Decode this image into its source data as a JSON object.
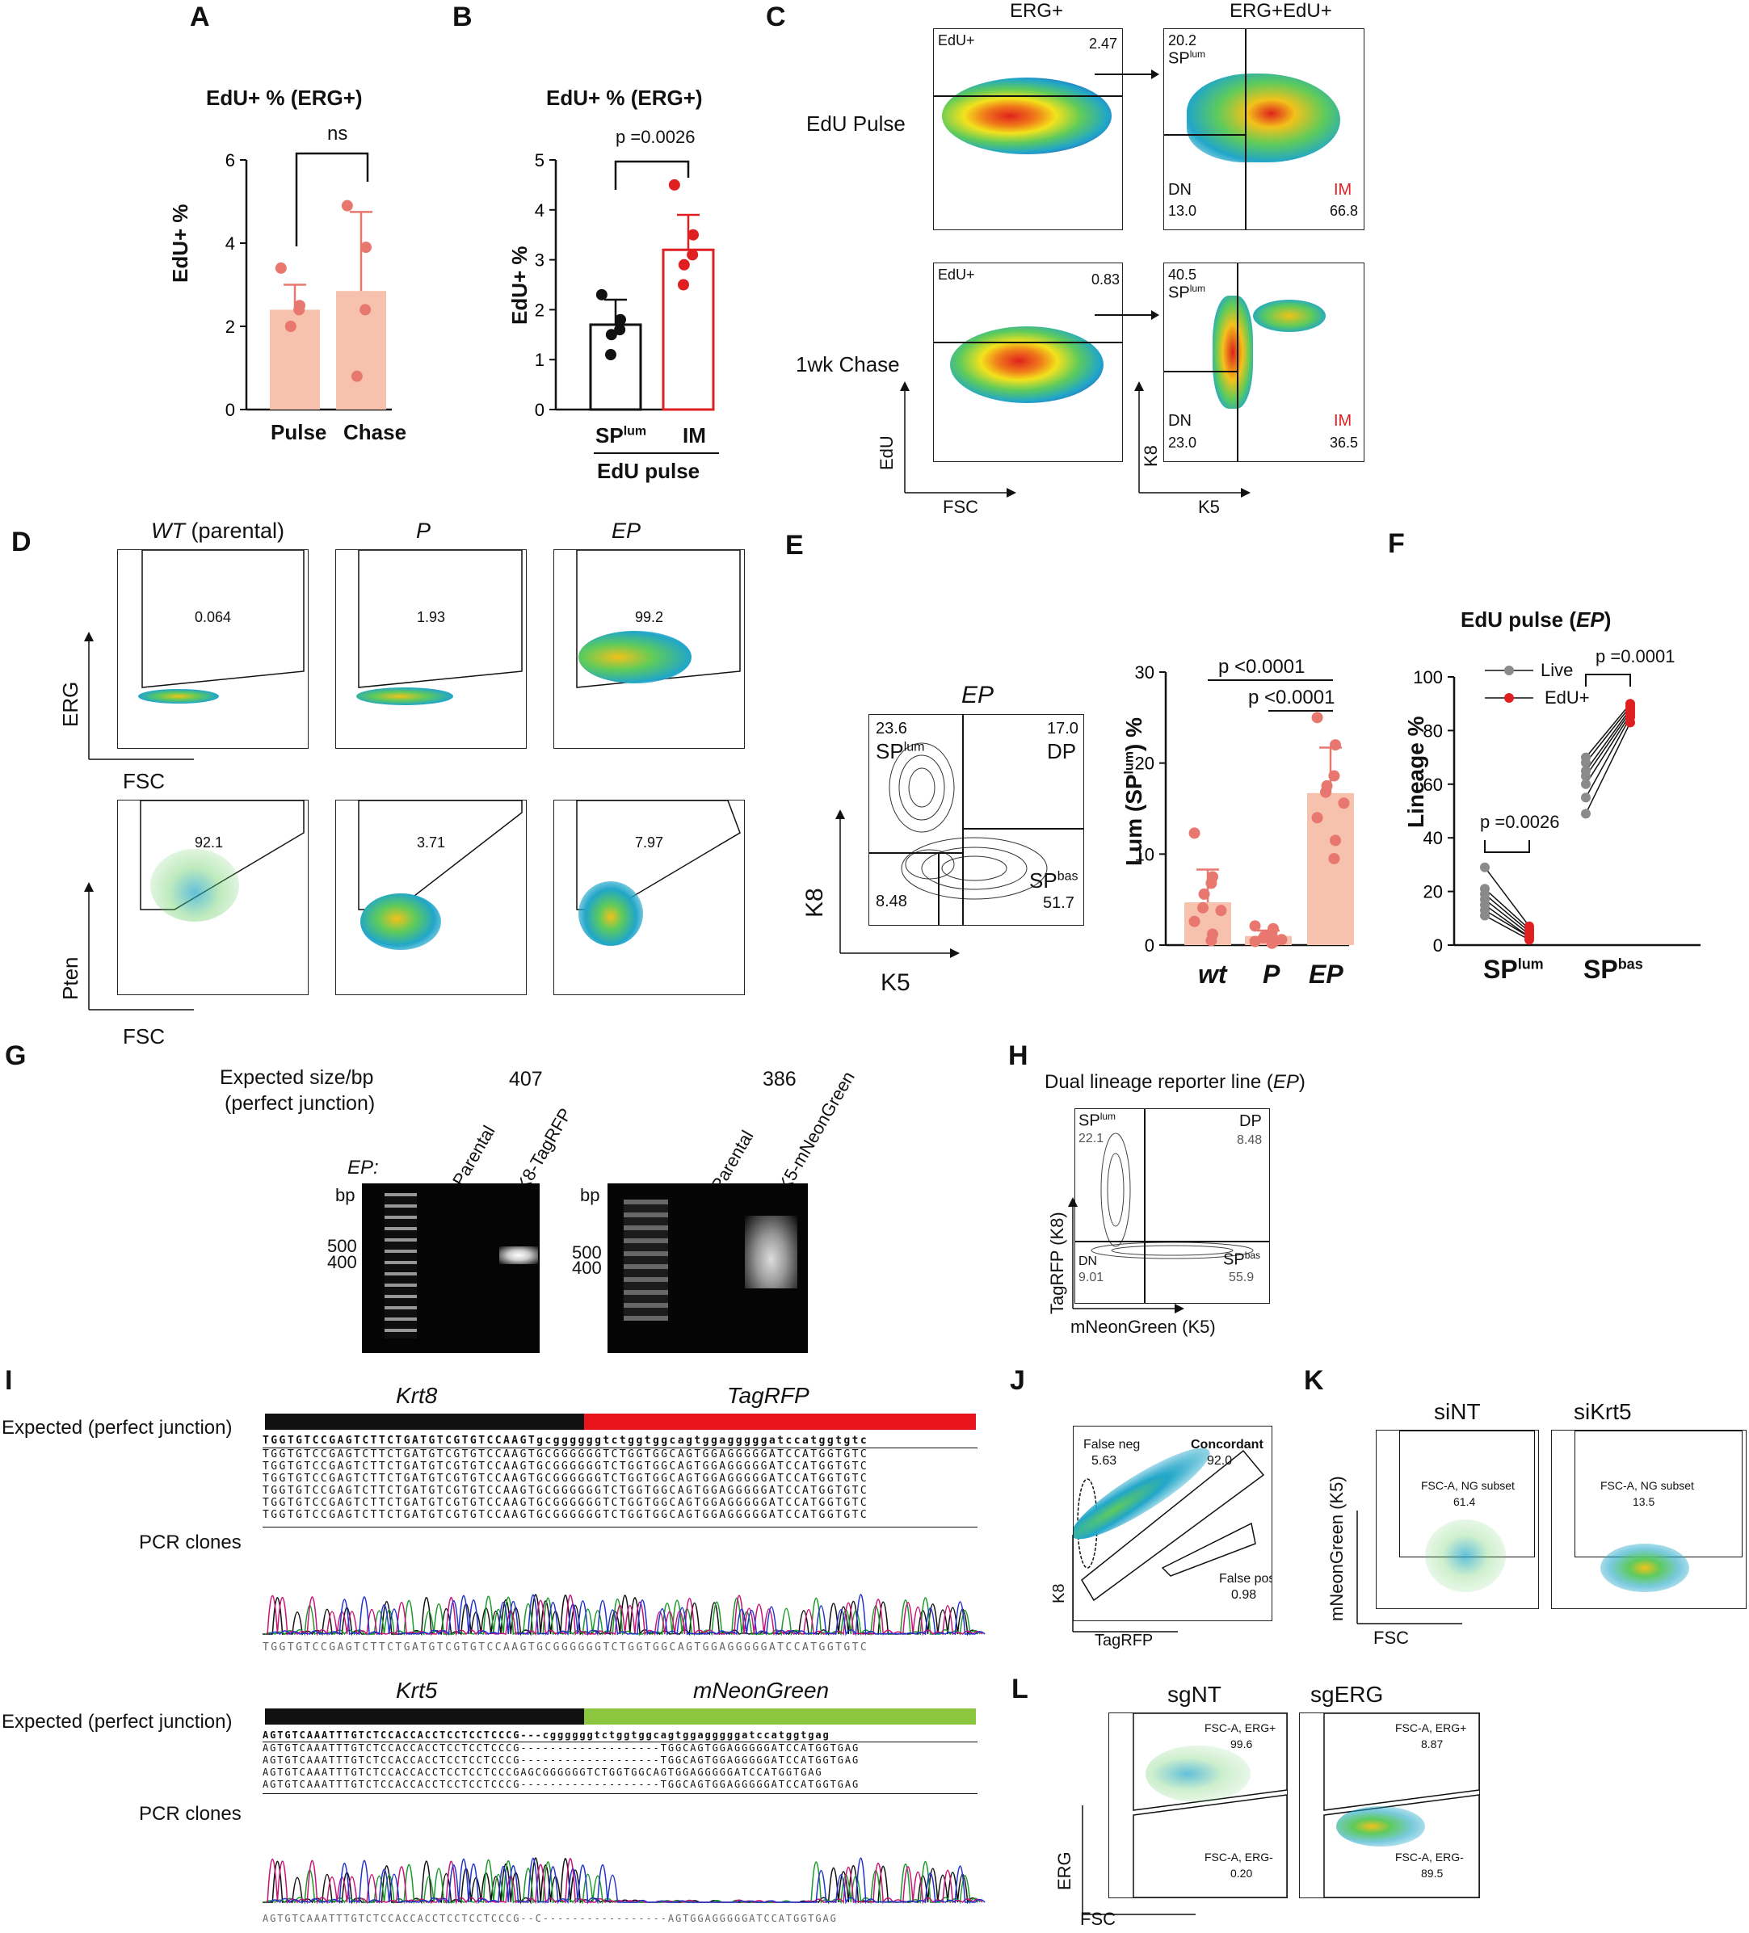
{
  "panels": {
    "A": {
      "letter": "A",
      "title": "EdU+ % (ERG+)",
      "ylabel": "EdU+ %",
      "sig": "ns",
      "categories": [
        "Pulse",
        "Chase"
      ]
    },
    "B": {
      "letter": "B",
      "title": "EdU+ % (ERG+)",
      "ylabel": "EdU+ %",
      "sig": "p =0.0026",
      "cat1_main": "SP",
      "cat1_sup": "lum",
      "cat2": "IM",
      "group": "EdU pulse"
    },
    "C": {
      "letter": "C",
      "col1": "ERG+",
      "col2": "ERG+EdU+",
      "row1": "EdU Pulse",
      "row2": "1wk Chase",
      "gate_label": "EdU+",
      "r1_gate": "2.47",
      "r2_gate": "0.83",
      "r1_sp": "20.2",
      "r1_dn": "13.0",
      "r1_im": "66.8",
      "r2_sp": "40.5",
      "r2_dn": "23.0",
      "r2_im": "36.5",
      "sp_main": "SP",
      "sp_sup": "lum",
      "dn": "DN",
      "im": "IM",
      "xlabel1": "FSC",
      "ylabel1": "EdU",
      "xlabel2": "K5",
      "ylabel2": "K8"
    },
    "D": {
      "letter": "D",
      "col1": "WT (parental)",
      "col1_italic": "WT",
      "col1_rest": " (parental)",
      "col2": "P",
      "col3": "EP",
      "row1_vals": [
        "0.064",
        "1.93",
        "99.2"
      ],
      "row2_vals": [
        "92.1",
        "3.71",
        "7.97"
      ],
      "ylabel1": "ERG",
      "ylabel2": "Pten",
      "xlabel": "FSC"
    },
    "E": {
      "letter": "E",
      "flow_title": "EP",
      "q_sp": "23.6",
      "q_dp": "17.0",
      "q_dn": "8.48",
      "q_bas": "51.7",
      "sp_main": "SP",
      "sp_sup": "lum",
      "dp": "DP",
      "bas_main": "SP",
      "bas_sup": "bas",
      "xlabel": "K5",
      "ylabel": "K8",
      "bar_ylabel": "Lum (SP",
      "bar_ylabel_sup": "lum",
      "bar_ylabel_end": ") %",
      "p1": "p <0.0001",
      "p2": "p <0.0001",
      "categories": [
        "wt",
        "P",
        "EP"
      ]
    },
    "F": {
      "letter": "F",
      "title": "EdU pulse (",
      "title_it": "EP",
      "title_end": ")",
      "ylabel": "Lineage %",
      "legend": [
        "Live",
        "EdU+"
      ],
      "p1": "p =0.0026",
      "p2": "p =0.0001",
      "cat1_main": "SP",
      "cat1_sup": "lum",
      "cat2_main": "SP",
      "cat2_sup": "bas"
    },
    "G": {
      "letter": "G",
      "expected_line1": "Expected size/bp",
      "expected_line2": "(perfect junction)",
      "size1": "407",
      "size2": "386",
      "ep_label": "EP:",
      "lane_parental": "Parental",
      "lane_k8": "K8-TagRFP",
      "lane_k5": "K5-mNeonGreen",
      "bp": "bp",
      "m500": "500",
      "m400": "400"
    },
    "H": {
      "letter": "H",
      "title": "Dual lineage reporter line (",
      "title_it": "EP",
      "title_end": ")",
      "q_sp": "22.1",
      "q_dp": "8.48",
      "q_dn": "9.01",
      "q_bas": "55.9",
      "sp_main": "SP",
      "sp_sup": "lum",
      "dp": "DP",
      "dn": "DN",
      "bas_main": "SP",
      "bas_sup": "bas",
      "xlabel": "mNeonGreen (K5)",
      "ylabel": "TagRFP (K8)"
    },
    "I": {
      "letter": "I",
      "expected": "Expected (perfect junction)",
      "clones": "PCR clones",
      "gene1": "Krt8",
      "gene2": "TagRFP",
      "gene3": "Krt5",
      "gene4": "mNeonGreen",
      "seq1_ref": "TGGTGTCCGAGTCTTCTGATGTCGTGTCCAAGTgcggggggtctggtggcagtggagggggatccatggtgtc",
      "seq1_clone": "TGGTGTCCGAGTCTTCTGATGTCGTGTCCAAGTGCGGGGGGTCTGGTGGCAGTGGAGGGGGATCCATGGTGTC",
      "seq2_ref": "AGTGTCAAATTTGTCTCCACCACCTCCTCCTCCCG---cggggggtctggtggcagtggagggggatccatggtgag",
      "seq2_c1": "AGTGTCAAATTTGTCTCCACCACCTCCTCCTCCCG-------------------TGGCAGTGGAGGGGGATCCATGGTGAG",
      "seq2_c3": "AGTGTCAAATTTGTCTCCACCACCTCCTCCTCCCGAGCGGGGGGTCTGGTGGCAGTGGAGGGGGATCCATGGTGAG",
      "trace1": "TGGTGTCCGAGTCTTCTGATGTCGTGTCCAAGTGCGGGGGGTCTGGTGGCAGTGGAGGGGGATCCATGGTGTC",
      "trace2": "AGTGTCAAATTTGTCTCCACCACCTCCTCCTCCCG--C-----------------AGTGGAGGGGGATCCATGGTGAG"
    },
    "J": {
      "letter": "J",
      "false_neg": "False neg",
      "false_neg_v": "5.63",
      "concordant": "Concordant",
      "concordant_v": "92.0",
      "false_pos": "False pos",
      "false_pos_v": "0.98",
      "xlabel": "TagRFP",
      "ylabel": "K8"
    },
    "K": {
      "letter": "K",
      "col1": "siNT",
      "col2": "siKrt5",
      "gate": "FSC-A, NG subset",
      "v1": "61.4",
      "v2": "13.5",
      "xlabel": "FSC",
      "ylabel": "mNeonGreen (K5)"
    },
    "L": {
      "letter": "L",
      "col1": "sgNT",
      "col2": "sgERG",
      "gate_pos": "FSC-A, ERG+",
      "gate_neg": "FSC-A, ERG-",
      "v1_pos": "99.6",
      "v1_neg": "0.20",
      "v2_pos": "8.87",
      "v2_neg": "89.5",
      "xlabel": "FSC",
      "ylabel": "ERG"
    }
  },
  "chart_data": [
    {
      "type": "bar",
      "panel": "A",
      "title": "EdU+ % (ERG+)",
      "ylabel": "EdU+ %",
      "categories": [
        "Pulse",
        "Chase"
      ],
      "values": [
        2.4,
        2.85
      ],
      "errors": [
        0.6,
        1.9
      ],
      "points": [
        [
          3.4,
          2.5,
          2.4,
          2.0
        ],
        [
          4.9,
          3.9,
          2.4,
          0.8
        ]
      ],
      "ylim": [
        0,
        6
      ],
      "yticks": [
        0,
        2,
        4,
        6
      ],
      "color": "#f6c1ad"
    },
    {
      "type": "bar",
      "panel": "B",
      "title": "EdU+ % (ERG+)",
      "ylabel": "EdU+ %",
      "categories": [
        "SPlum",
        "IM"
      ],
      "values": [
        1.7,
        3.2
      ],
      "errors": [
        0.5,
        0.7
      ],
      "points": [
        [
          2.3,
          1.8,
          1.6,
          1.5,
          1.1
        ],
        [
          4.5,
          3.5,
          3.1,
          2.9,
          2.5
        ]
      ],
      "ylim": [
        0,
        5
      ],
      "yticks": [
        0,
        1,
        2,
        3,
        4,
        5
      ]
    },
    {
      "type": "bar",
      "panel": "E",
      "ylabel": "Lum (SPlum) %",
      "categories": [
        "wt",
        "P",
        "EP"
      ],
      "values": [
        4.7,
        1.0,
        16.7
      ],
      "errors": [
        3.6,
        0.6,
        5.0
      ],
      "points": [
        [
          12.3,
          7.5,
          6.8,
          5.6,
          4.1,
          3.8,
          2.6,
          1.2,
          0.5
        ],
        [
          2.1,
          1.8,
          1.2,
          1.0,
          0.8,
          0.6,
          0.4,
          0.3,
          0.2
        ],
        [
          25.0,
          22.0,
          18.6,
          17.5,
          16.8,
          15.6,
          14.0,
          11.5,
          9.5
        ]
      ],
      "ylim": [
        0,
        30
      ],
      "yticks": [
        0,
        10,
        20,
        30
      ]
    },
    {
      "type": "scatter",
      "panel": "F",
      "title": "EdU pulse (EP)",
      "ylabel": "Lineage %",
      "categories": [
        "SPlum",
        "SPbas"
      ],
      "series": [
        {
          "name": "Live",
          "SPlum": [
            29,
            21,
            19,
            17,
            15,
            13,
            11
          ],
          "SPbas": [
            70,
            68,
            65,
            63,
            60,
            55,
            49
          ]
        },
        {
          "name": "EdU+",
          "SPlum": [
            7,
            6,
            5,
            4,
            3,
            3,
            2
          ],
          "SPbas": [
            90,
            89,
            88,
            87,
            86,
            85,
            83
          ]
        }
      ],
      "ylim": [
        0,
        100
      ],
      "yticks": [
        0,
        20,
        40,
        60,
        80,
        100
      ]
    }
  ],
  "colors": {
    "pink_bar": "#f6c1ad",
    "pink_dot": "#e8786f",
    "red": "#e02020",
    "black": "#111111",
    "gray_dot": "#8a8a8a",
    "tagrfp_bar": "#e8141c",
    "mneongreen_bar": "#8cc63f"
  }
}
